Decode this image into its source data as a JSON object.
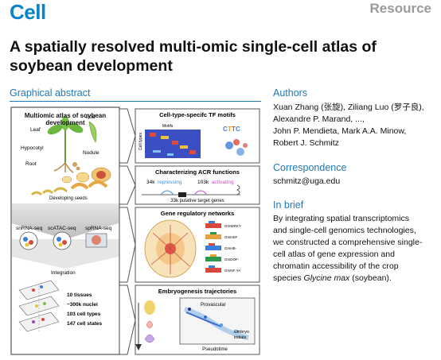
{
  "header": {
    "journal": "Cell",
    "badge": "Resource"
  },
  "title_line1": "A spatially resolved multi-omic single-cell atlas of",
  "title_line2": "soybean development",
  "graphical_abstract": {
    "heading": "Graphical abstract",
    "left": {
      "title_line1": "Multiomic atlas of soybean",
      "title_line2": "development",
      "organs": [
        "Leaf",
        "Pod",
        "Hypocotyl",
        "Nodule",
        "Root"
      ],
      "seeds_label": "Developing seeds",
      "assays": [
        "snRNA-seq",
        "scATAC-seq",
        "spRNA-seq"
      ],
      "integration": "Integration",
      "stats": [
        "10 tissues",
        "~300k nuclei",
        "103 cell types",
        "147 cell states"
      ]
    },
    "panels": {
      "motifs": {
        "title": "Cell-type-specifc TF motifs",
        "motifs_label": "Motifs",
        "celltypes_label": "Cell types"
      },
      "acr": {
        "title": "Characterizing ACR functions",
        "repressing_count": "34k",
        "repressing_word": "repressing",
        "activating_count": "103k",
        "activating_word": "activating",
        "targets": "33k putative target genes"
      },
      "grn": {
        "title": "Gene regulatory networks",
        "genes": [
          "GmWRKY",
          "GmHSF",
          "GmHB-",
          "GmDOF-",
          "GmNF-YA"
        ]
      },
      "embryo": {
        "title": "Embryogenesis trajectories",
        "provascular": "Provascular",
        "embryo_line1": "Embryo",
        "embryo_line2": "initials",
        "pseudotime": "Pseudotime"
      }
    }
  },
  "authors": {
    "heading": "Authors",
    "lines": [
      "Xuan Zhang (张旋), Ziliang Luo (罗子良),",
      "Alexandre P. Marand, ...,",
      "John P. Mendieta, Mark A.A. Minow,",
      "Robert J. Schmitz"
    ]
  },
  "correspondence": {
    "heading": "Correspondence",
    "email": "schmitz@uga.edu"
  },
  "in_brief": {
    "heading": "In brief",
    "lines": [
      "By integrating spatial transcriptomics",
      "and single-cell genomics technologies,",
      "we constructed a comprehensive single-",
      "cell atlas of gene expression and",
      "chromatin accessibility of the crop"
    ],
    "last_line_prefix": "species ",
    "last_line_species": "Glycine max",
    "last_line_suffix": " (soybean)."
  },
  "colors": {
    "accent": "#1f78b4",
    "journal": "#0a84c8",
    "badge": "#9a9a9a",
    "repressing": "#3c8fd6",
    "activating": "#cf4fc8"
  }
}
